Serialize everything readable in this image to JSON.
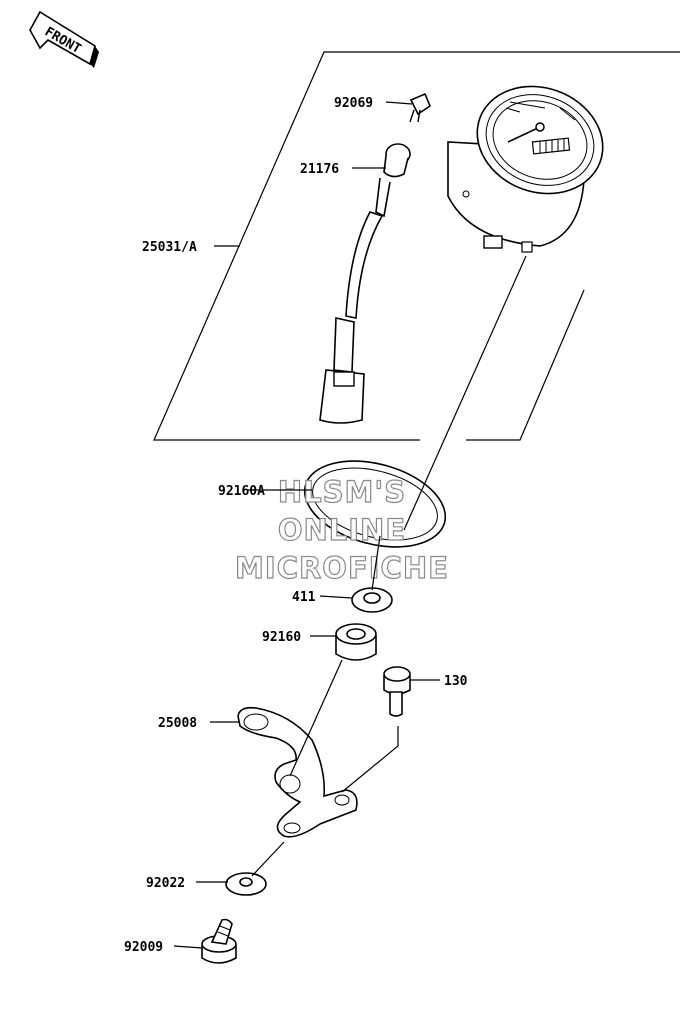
{
  "front_tag": "FRONT",
  "watermark": [
    "HLSM'S",
    "ONLINE",
    "MICROFICHE"
  ],
  "parts": [
    {
      "id": "p92069",
      "label": "92069",
      "name": "bulb"
    },
    {
      "id": "p21176",
      "label": "21176",
      "name": "bulb-socket"
    },
    {
      "id": "p25031",
      "label": "25031/A",
      "name": "meter-assembly"
    },
    {
      "id": "p92160A",
      "label": "92160A",
      "name": "meter-cushion"
    },
    {
      "id": "p411",
      "label": "411",
      "name": "washer"
    },
    {
      "id": "p92160",
      "label": "92160",
      "name": "grommet"
    },
    {
      "id": "p130",
      "label": "130",
      "name": "bolt"
    },
    {
      "id": "p25008",
      "label": "25008",
      "name": "meter-bracket"
    },
    {
      "id": "p92022",
      "label": "92022",
      "name": "plate-washer"
    },
    {
      "id": "p92009",
      "label": "92009",
      "name": "screw"
    }
  ]
}
